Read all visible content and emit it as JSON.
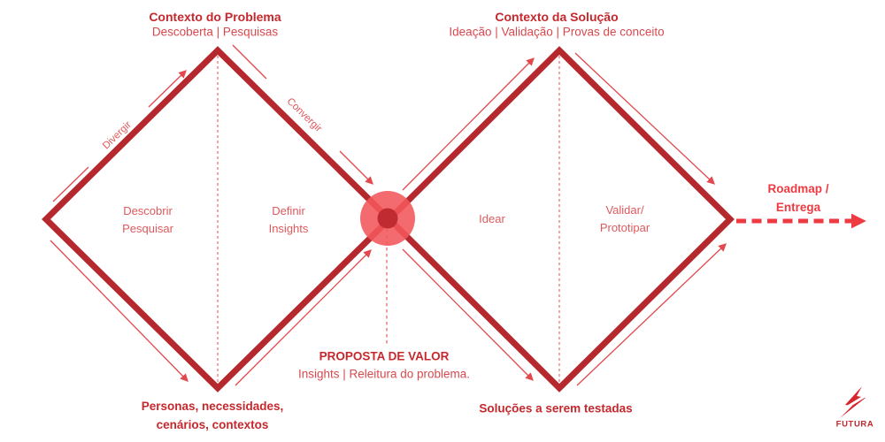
{
  "header": {
    "problem": {
      "title": "Contexto do Problema",
      "subtitle": "Descoberta | Pesquisas"
    },
    "solution": {
      "title": "Contexto da Solução",
      "subtitle": "Ideação | Validação | Provas de conceito"
    }
  },
  "diamond1": {
    "phase_left": "Descobrir\nPesquisar",
    "phase_right": "Definir\nInsights",
    "edge_label_left": "Divergir",
    "edge_label_right": "Convergir",
    "bottom_label": "Personas, necessidades,\ncenários, contextos"
  },
  "diamond2": {
    "phase_left": "Idear",
    "phase_right": "Validar/\nPrototipar",
    "bottom_label": "Soluções a serem testadas"
  },
  "center": {
    "title": "PROPOSTA DE VALOR",
    "subtitle": "Insights | Releitura do problema."
  },
  "output": {
    "label": "Roadmap  / Entrega"
  },
  "logo": {
    "text": "FUTURA",
    "icon": "lightning-bolt-icon"
  },
  "colors": {
    "diamond_edge": "#b4282e",
    "heading": "#c5282d",
    "subtitle": "#d8494e",
    "phase_text": "#de5a5e",
    "thin_arrow": "#e2494e",
    "dashed_guide": "#ef9193",
    "accent": "#ee3a41",
    "circle_outer": "#f3575b",
    "circle_inner": "#c02b31"
  }
}
